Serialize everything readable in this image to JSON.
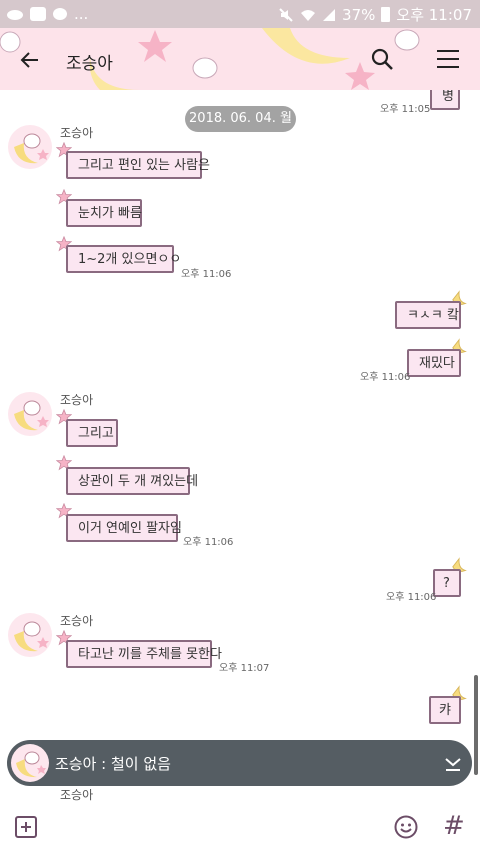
{
  "statusbar": {
    "battery": "37%",
    "time": "오후 11:07",
    "dots": "..."
  },
  "header": {
    "title": "조승아"
  },
  "chat": {
    "date": "2018. 06. 04. 월",
    "top_partial": {
      "text": "병",
      "time": "오후 11:05"
    },
    "groups": [
      {
        "sender": "조승아",
        "messages": [
          "그리고 편인 있는 사람은",
          "눈치가 빠름",
          "1~2개 있으면ㅇㅇ"
        ],
        "time": "오후 11:06"
      },
      {
        "mine": [
          "ㅋㅅㅋ 캌",
          "재밌다"
        ],
        "time": "오후 11:06"
      },
      {
        "sender": "조승아",
        "messages": [
          "그리고",
          "상관이 두 개 껴있는데",
          "이거 연예인 팔자임"
        ],
        "time": "오후 11:06"
      },
      {
        "mine": [
          "?"
        ],
        "time": "오후 11:06"
      },
      {
        "sender": "조승아",
        "messages": [
          "타고난 끼를 주체를 못한다"
        ],
        "time": "오후 11:07"
      },
      {
        "mine": [
          "캬"
        ]
      },
      {
        "sender": "조승아"
      }
    ]
  },
  "notice": {
    "text": "조승아 : 철이 없음"
  },
  "colors": {
    "header_bg": "#fde3ea",
    "bubble_bg": "#fbe6f1",
    "bubble_border": "#8a6a80",
    "accent": "#6c4d67"
  }
}
